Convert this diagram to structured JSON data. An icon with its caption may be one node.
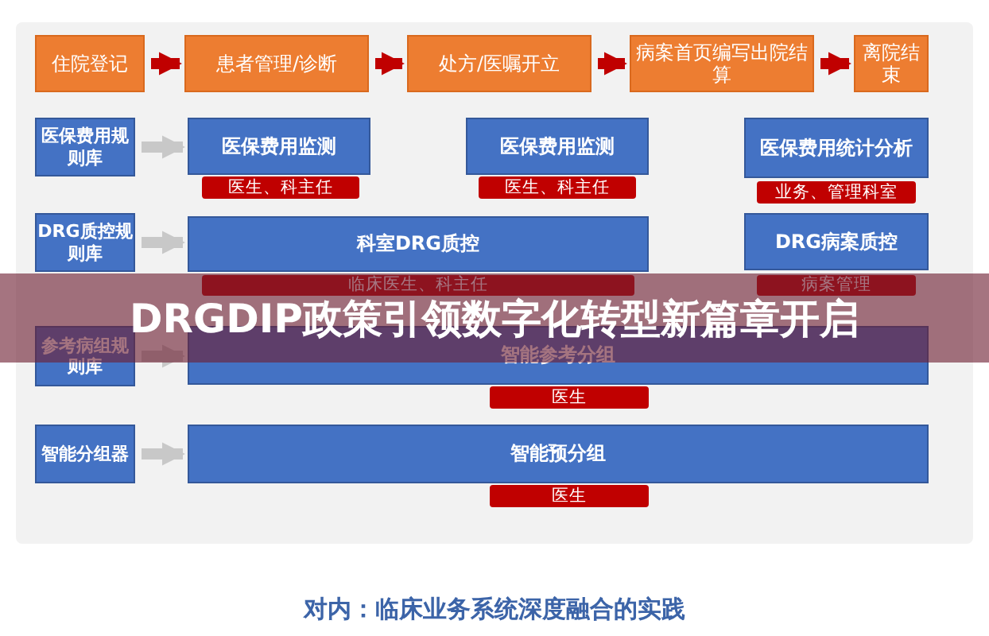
{
  "diagram": {
    "title": "DRGDIP政策引领数字化转型新篇章开启",
    "caption": "对内：临床业务系统深度融合的实践",
    "nodes": [
      {
        "text": [
          "住院登记"
        ]
      },
      {
        "text": [
          "患者管理/诊断"
        ]
      },
      {
        "text": [
          "处方/医嘱开立"
        ]
      },
      {
        "text": [
          "病案首页编写出院结算"
        ]
      },
      {
        "text": [
          "离院结束"
        ]
      },
      {
        "text": [
          "医保费用规则库"
        ]
      },
      {
        "text": [
          "医保费用监测"
        ]
      },
      {
        "text": [
          "医生、科主任"
        ]
      },
      {
        "text": [
          "医保费用监测"
        ]
      },
      {
        "text": [
          "医生、科主任"
        ]
      },
      {
        "text": [
          "医保费用统计分析"
        ]
      },
      {
        "text": [
          "业务、管理科室"
        ]
      },
      {
        "text": [
          "DRG质控规则库"
        ]
      },
      {
        "text": [
          "科室DRG质控"
        ]
      },
      {
        "text": [
          "临床医生、科主任"
        ]
      },
      {
        "text": [
          "DRG病案质控"
        ]
      },
      {
        "text": [
          "病案管理"
        ]
      },
      {
        "text": [
          "参考病组规则库"
        ]
      },
      {
        "text": [
          "智能参考分组"
        ]
      },
      {
        "text": [
          "医生"
        ]
      },
      {
        "text": [
          "智能分组器"
        ]
      },
      {
        "text": [
          "智能预分组"
        ]
      },
      {
        "text": [
          "医生"
        ]
      }
    ],
    "edges": [
      {
        "from": 0,
        "to": 1,
        "arrow": "to"
      },
      {
        "from": 1,
        "to": 2,
        "arrow": "to"
      },
      {
        "from": 2,
        "to": 3,
        "arrow": "to"
      },
      {
        "from": 3,
        "to": 4,
        "arrow": "to"
      },
      {
        "from": 5,
        "to": 6,
        "arrow": "to",
        "color": "#c8c8c8"
      },
      {
        "from": 12,
        "to": 13,
        "arrow": "to",
        "color": "#c8c8c8"
      },
      {
        "from": 17,
        "to": 18,
        "arrow": "to",
        "color": "#c8c8c8"
      },
      {
        "from": 20,
        "to": 21,
        "arrow": "to",
        "color": "#c8c8c8"
      }
    ]
  }
}
